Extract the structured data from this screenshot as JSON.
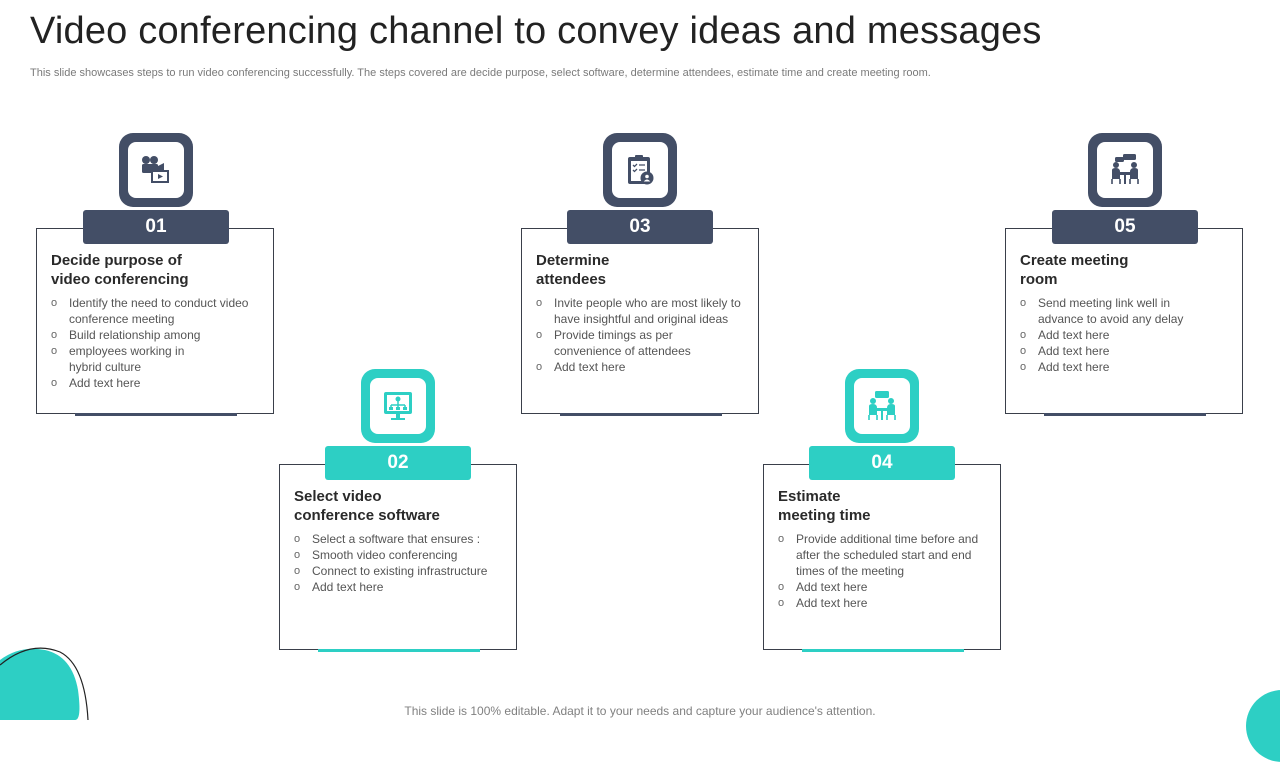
{
  "header": {
    "title": "Video conferencing channel to convey ideas and messages",
    "subtitle": "This slide showcases steps to run video conferencing successfully. The steps covered are decide purpose, select software, determine attendees, estimate time and create meeting room."
  },
  "steps": [
    {
      "number": "01",
      "heading": "Decide purpose of video conferencing",
      "bullets": [
        "Identify the need to conduct video conference meeting",
        "Build relationship among",
        "employees working in hybrid culture",
        "Add text here"
      ],
      "icon": "video-camera-icon",
      "color": "#434e66"
    },
    {
      "number": "02",
      "heading": "Select video conference software",
      "bullets": [
        "Select a software that ensures :",
        "Smooth video conferencing",
        "Connect to existing infrastructure",
        "Add text here"
      ],
      "icon": "monitor-network-icon",
      "color": "#2dcfc4"
    },
    {
      "number": "03",
      "heading": "Determine attendees",
      "bullets": [
        "Invite people who are most likely to have insightful and original ideas",
        "Provide timings as per convenience of attendees",
        "Add text here"
      ],
      "icon": "clipboard-user-icon",
      "color": "#434e66"
    },
    {
      "number": "04",
      "heading": "Estimate meeting time",
      "bullets": [
        "Provide additional time before and after the scheduled start and end times of the meeting",
        "Add text here",
        "Add text here"
      ],
      "icon": "meeting-table-icon",
      "color": "#2dcfc4"
    },
    {
      "number": "05",
      "heading": "Create meeting room",
      "bullets": [
        "Send meeting link well in advance to avoid any delay",
        "Add text here",
        "Add text here",
        "Add text here"
      ],
      "icon": "meeting-room-icon",
      "color": "#434e66"
    }
  ],
  "footer": {
    "text": "This slide is 100% editable. Adapt it to your needs and capture your audience's attention."
  }
}
